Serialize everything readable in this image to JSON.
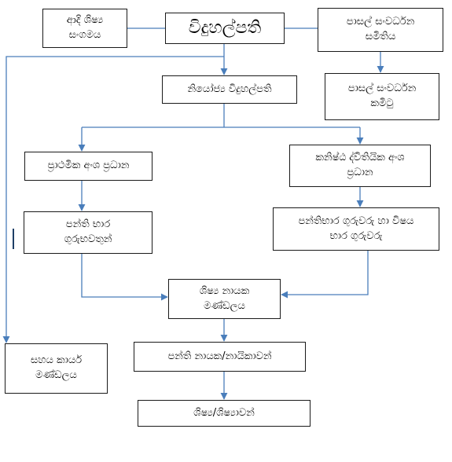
{
  "nodes": {
    "principal": "විදුහල්පති",
    "former_students": "ආදි ශිෂ්‍ය\nසංගමය",
    "school_dev_society": "පාසල් සංවර්ධන\nසමිතිය",
    "deputy_principal": "නියෝජ්‍ය විදුහල්පති",
    "school_dev_committee": "පාසල් සංවර්ධන\nකමිටු",
    "primary_head": "ප්‍රාථමික අංශ ප්‍රධාන",
    "junior_secondary_head": "කනිෂ්ඨ ද්විතියික අංශ\nප්‍රධාන",
    "class_teachers": "පන්ති භාර\nගුරුභවතුන්",
    "class_subject_teachers": "පන්තිභාර ගුරුවරු හා විෂය\nභාර ගුරුවරු",
    "prefects_board": "ශිෂ්‍ය නායක\nමණ්ඩලය",
    "co_curricular_board": "සහය කාර්ය\nමණ්ඩලය",
    "class_leaders": "පන්ති නායක/නායිකාවන්",
    "students": "ශිෂ්‍ය/ශිෂ්‍යාවන්"
  },
  "colors": {
    "connector": "#4a7ebb",
    "border": "#1a1a1a"
  }
}
